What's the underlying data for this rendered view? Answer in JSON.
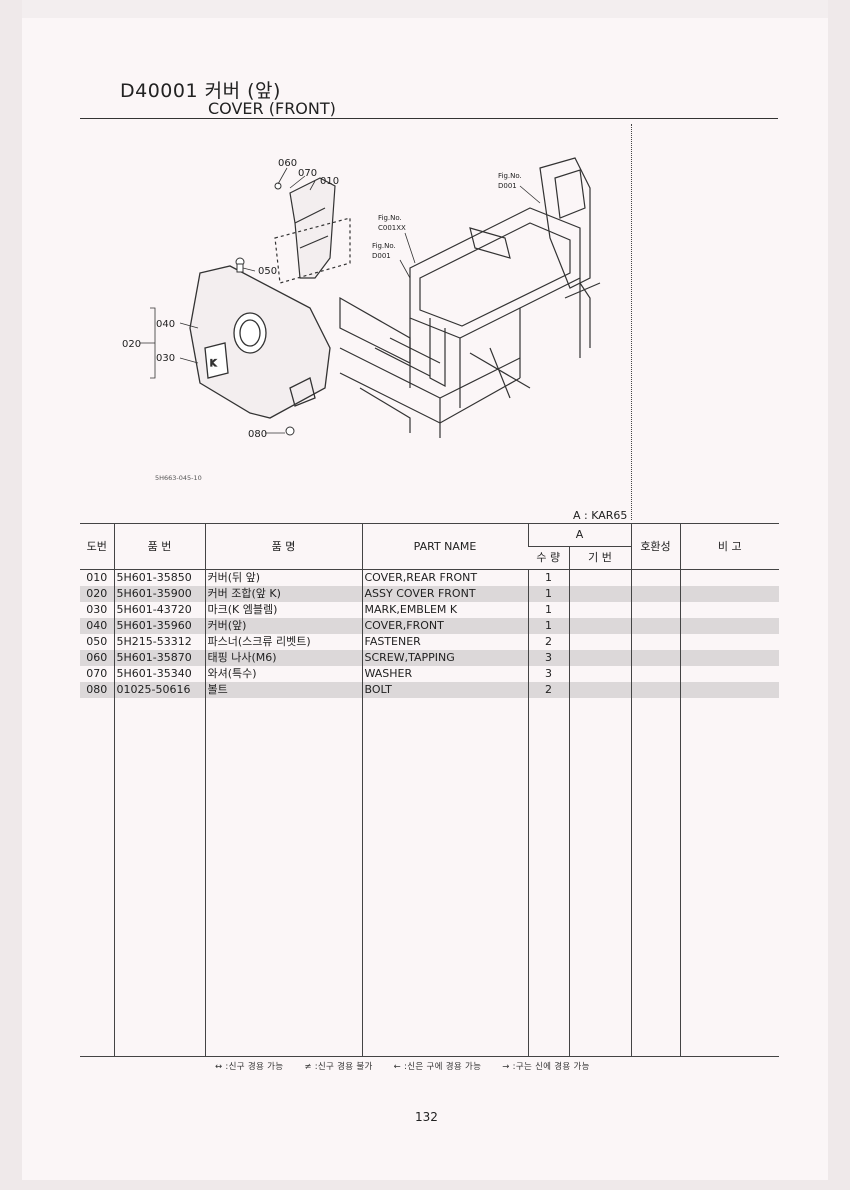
{
  "header": {
    "title_ko": "D40001 커버 (앞)",
    "title_en": "COVER (FRONT)"
  },
  "diagram": {
    "code": "5H663-045-10",
    "callouts": {
      "c060": "060",
      "c070": "070",
      "c010": "010",
      "c050": "050",
      "c040": "040",
      "c020": "020",
      "c030": "030",
      "c080": "080"
    },
    "fig_refs": {
      "fig_label": "Fig.No.",
      "ref1": "D001",
      "ref2": "C001XX",
      "ref3": "D001"
    }
  },
  "model": "A  :  KAR65",
  "table": {
    "headers": {
      "dobeon": "도번",
      "pumbeon": "품  번",
      "pummyeong": "품        명",
      "part_name": "PART NAME",
      "a": "A",
      "suryang": "수 량",
      "gibeon": "기 번",
      "hohwan": "호환성",
      "bigo": "비  고"
    },
    "rows": [
      {
        "no": "010",
        "part_no": "5H601-35850",
        "name_ko": "커버(뒤 앞)",
        "name_en": "COVER,REAR FRONT",
        "qty": "1",
        "shade": false
      },
      {
        "no": "020",
        "part_no": "5H601-35900",
        "name_ko": "커버 조합(앞 K)",
        "name_en": "ASSY COVER FRONT",
        "qty": "1",
        "shade": true
      },
      {
        "no": "030",
        "part_no": "5H601-43720",
        "name_ko": "마크(K 엠블렘)",
        "name_en": "MARK,EMBLEM K",
        "qty": "1",
        "shade": false
      },
      {
        "no": "040",
        "part_no": "5H601-35960",
        "name_ko": "커버(앞)",
        "name_en": "COVER,FRONT",
        "qty": "1",
        "shade": true
      },
      {
        "no": "050",
        "part_no": "5H215-53312",
        "name_ko": "파스너(스크류 리벳트)",
        "name_en": "FASTENER",
        "qty": "2",
        "shade": false
      },
      {
        "no": "060",
        "part_no": "5H601-35870",
        "name_ko": "태핑 나사(M6)",
        "name_en": "SCREW,TAPPING",
        "qty": "3",
        "shade": true
      },
      {
        "no": "070",
        "part_no": "5H601-35340",
        "name_ko": "와셔(특수)",
        "name_en": "WASHER",
        "qty": "3",
        "shade": false
      },
      {
        "no": "080",
        "part_no": "01025-50616",
        "name_ko": "볼트",
        "name_en": "BOLT",
        "qty": "2",
        "shade": true
      }
    ]
  },
  "legend": {
    "l1": "↔ :신구 경용 가능",
    "l2": "≠ :신구 경용 불가",
    "l3": "← :신은 구에 경용 가능",
    "l4": "→ :구는 신에 경용 가능"
  },
  "page_number": "132"
}
